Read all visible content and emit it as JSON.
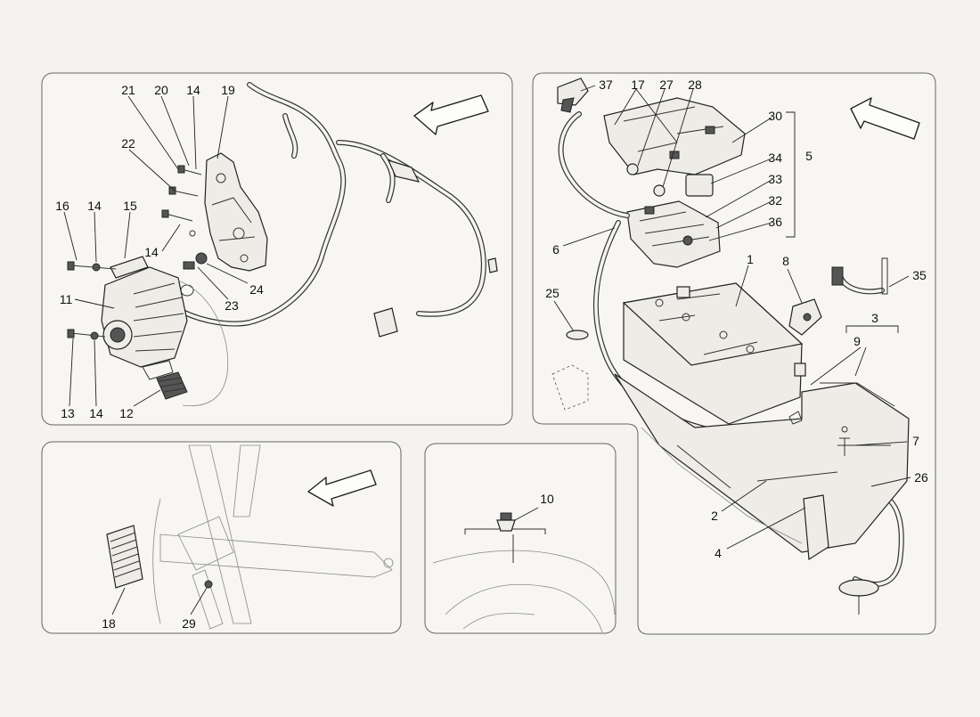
{
  "callouts": {
    "p1_21": "21",
    "p1_20": "20",
    "p1_14a": "14",
    "p1_19": "19",
    "p1_22": "22",
    "p1_16": "16",
    "p1_14b": "14",
    "p1_15": "15",
    "p1_14c": "14",
    "p1_24": "24",
    "p1_23": "23",
    "p1_11": "11",
    "p1_13": "13",
    "p1_14d": "14",
    "p1_12": "12",
    "p2_37": "37",
    "p2_17": "17",
    "p2_27": "27",
    "p2_28": "28",
    "p2_30": "30",
    "p2_34": "34",
    "p2_5": "5",
    "p2_33": "33",
    "p2_32": "32",
    "p2_36": "36",
    "p2_6": "6",
    "p2_1": "1",
    "p2_8": "8",
    "p2_35": "35",
    "p2_25": "25",
    "p2_3": "3",
    "p2_9": "9",
    "p2_7": "7",
    "p2_26": "26",
    "p2_2": "2",
    "p2_4": "4",
    "p3_18": "18",
    "p3_29": "29",
    "p4_10": "10"
  }
}
